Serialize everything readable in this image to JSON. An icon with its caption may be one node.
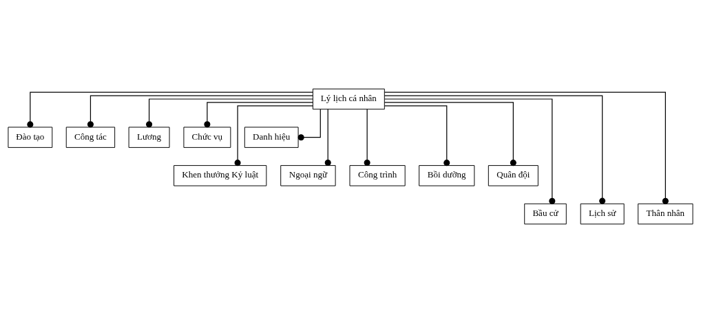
{
  "diagram": {
    "nodes": [
      {
        "text": [
          "Lý lịch cá nhân"
        ]
      },
      {
        "text": [
          "Đào tạo"
        ]
      },
      {
        "text": [
          "Công tác"
        ]
      },
      {
        "text": [
          "Lương"
        ]
      },
      {
        "text": [
          "Chức vụ"
        ]
      },
      {
        "text": [
          "Danh hiệu"
        ]
      },
      {
        "text": [
          "Khen thưởng Kỷ luật"
        ]
      },
      {
        "text": [
          "Ngoại ngữ"
        ]
      },
      {
        "text": [
          "Công trình"
        ]
      },
      {
        "text": [
          "Bồi dưỡng"
        ]
      },
      {
        "text": [
          "Quân đội"
        ]
      },
      {
        "text": [
          "Bầu cử"
        ]
      },
      {
        "text": [
          "Lịch sử"
        ]
      },
      {
        "text": [
          "Thân nhân"
        ]
      }
    ],
    "edges": [
      {
        "from": 0,
        "to": 1,
        "arrow": "other"
      },
      {
        "from": 0,
        "to": 2,
        "arrow": "other"
      },
      {
        "from": 0,
        "to": 3,
        "arrow": "other"
      },
      {
        "from": 0,
        "to": 4,
        "arrow": "other"
      },
      {
        "from": 0,
        "to": 5,
        "arrow": "other"
      },
      {
        "from": 0,
        "to": 6,
        "arrow": "other"
      },
      {
        "from": 0,
        "to": 7,
        "arrow": "other"
      },
      {
        "from": 0,
        "to": 8,
        "arrow": "other"
      },
      {
        "from": 0,
        "to": 9,
        "arrow": "other"
      },
      {
        "from": 0,
        "to": 10,
        "arrow": "other"
      },
      {
        "from": 0,
        "to": 11,
        "arrow": "other"
      },
      {
        "from": 0,
        "to": 12,
        "arrow": "other"
      },
      {
        "from": 0,
        "to": 13,
        "arrow": "other"
      }
    ]
  }
}
